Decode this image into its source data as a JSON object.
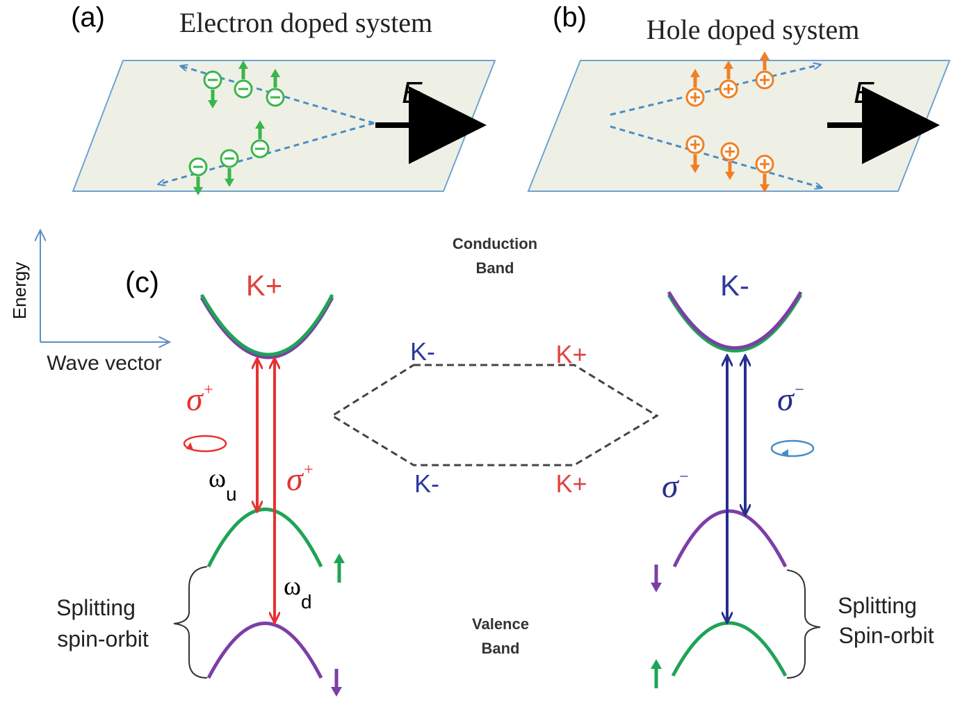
{
  "panel_a": {
    "tag": "(a)",
    "title": "Electron doped system",
    "field": "E",
    "carrier_symbol": "−"
  },
  "panel_b": {
    "tag": "(b)",
    "title": "Hole doped system",
    "field": "E",
    "carrier_symbol": "+"
  },
  "panel_c": {
    "tag": "(c)",
    "axis_y": "Energy",
    "axis_x": "Wave vector",
    "conduction_band": [
      "Conduction",
      "Band"
    ],
    "valence_band": [
      "Valence",
      "Band"
    ],
    "valley_left": "K+",
    "valley_right": "K-",
    "hex_top_left": "K-",
    "hex_top_right": "K+",
    "hex_bottom_left": "K-",
    "hex_bottom_right": "K+",
    "sigma_plus": "σ",
    "sigma_minus": "σ",
    "sup_plus": "+",
    "sup_minus": "−",
    "omega": "ω",
    "sub_u": "u",
    "sub_d": "d",
    "splitting_left": [
      "Splitting",
      "spin-orbit"
    ],
    "splitting_right": [
      "Splitting",
      "Spin-orbit"
    ]
  },
  "colors": {
    "plane": "#eef0e6",
    "plane_edge": "#4a8cc4",
    "electron": "#3bb54a",
    "hole": "#f07f22",
    "red": "#e8312f",
    "navy": "#262e8f",
    "blue_label": "#2b3a9c",
    "red_label": "#e0433f",
    "green_band": "#1fa356",
    "purple_band": "#7b3fa5",
    "axis": "#5b8fc4"
  }
}
